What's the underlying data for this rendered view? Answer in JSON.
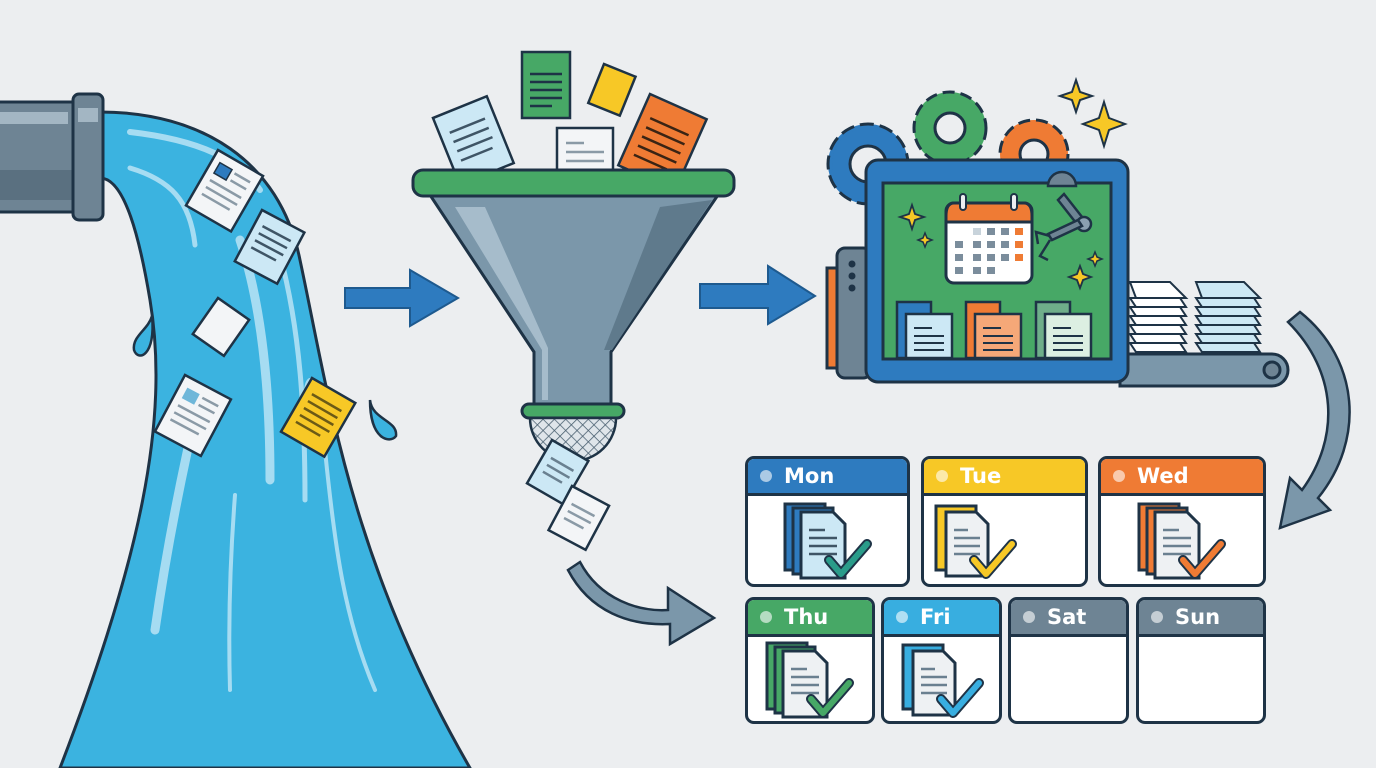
{
  "diagram": {
    "description": "Document flood flows from a pipe, through a filter funnel, into an automated scheduling machine, then distributed into weekly day slots",
    "stages": [
      {
        "id": "source",
        "label": "Pipe / document stream"
      },
      {
        "id": "filter",
        "label": "Funnel filter"
      },
      {
        "id": "processor",
        "label": "Scheduling machine"
      },
      {
        "id": "schedule",
        "label": "Weekly calendar"
      }
    ],
    "colors": {
      "background": "#eceef0",
      "outline": "#1e3346",
      "water": "#3bb3e0",
      "blue": "#2e7bbf",
      "green": "#47a866",
      "orange": "#ef7b34",
      "yellow": "#f7c826",
      "gray": "#6e8494",
      "sky": "#38aee0"
    }
  },
  "calendar": {
    "days": [
      {
        "label": "Mon",
        "color": "#2e7bbf",
        "check": "#2a9c8a",
        "has_docs": true
      },
      {
        "label": "Tue",
        "color": "#f7c826",
        "check": "#f7c826",
        "has_docs": true
      },
      {
        "label": "Wed",
        "color": "#ef7b34",
        "check": "#ef7b34",
        "has_docs": true
      },
      {
        "label": "Thu",
        "color": "#47a866",
        "check": "#47a866",
        "has_docs": true
      },
      {
        "label": "Fri",
        "color": "#38aee0",
        "check": "#38aee0",
        "has_docs": true
      },
      {
        "label": "Sat",
        "color": "#6e8494",
        "check": "",
        "has_docs": false
      },
      {
        "label": "Sun",
        "color": "#6e8494",
        "check": "",
        "has_docs": false
      }
    ]
  }
}
